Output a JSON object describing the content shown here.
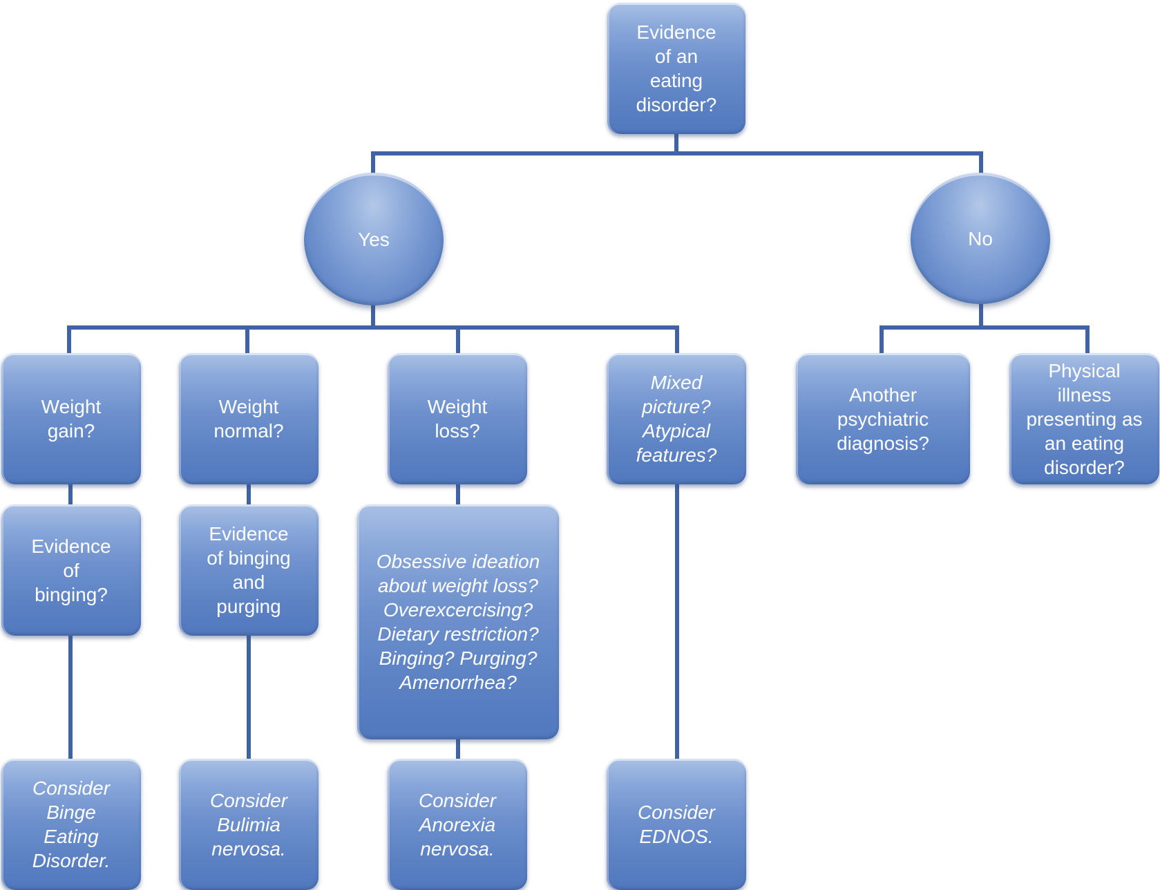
{
  "diagram": {
    "root": "Evidence of an eating disorder?",
    "yes": "Yes",
    "no": "No",
    "weight_gain": "Weight gain?",
    "weight_normal": "Weight normal?",
    "weight_loss": "Weight loss?",
    "mixed": "Mixed picture? Atypical features?",
    "another_dx": "Another psychiatric diagnosis?",
    "physical_illness": "Physical illness presenting as an eating disorder?",
    "binging": "Evidence of binging?",
    "binging_purging": "Evidence of binging and purging",
    "obsessive": "Obsessive ideation about weight loss? Overexcercising? Dietary restriction? Binging? Purging? Amenorrhea?",
    "binge_eating": "Consider Binge Eating Disorder.",
    "bulimia": "Consider Bulimia nervosa.",
    "anorexia": "Consider Anorexia nervosa.",
    "ednos": "Consider EDNOS."
  },
  "colors": {
    "node_fill": "#6e91cd",
    "node_highlight": "#a9c0e4",
    "connector": "#3f63a5",
    "text": "#ffffff"
  }
}
